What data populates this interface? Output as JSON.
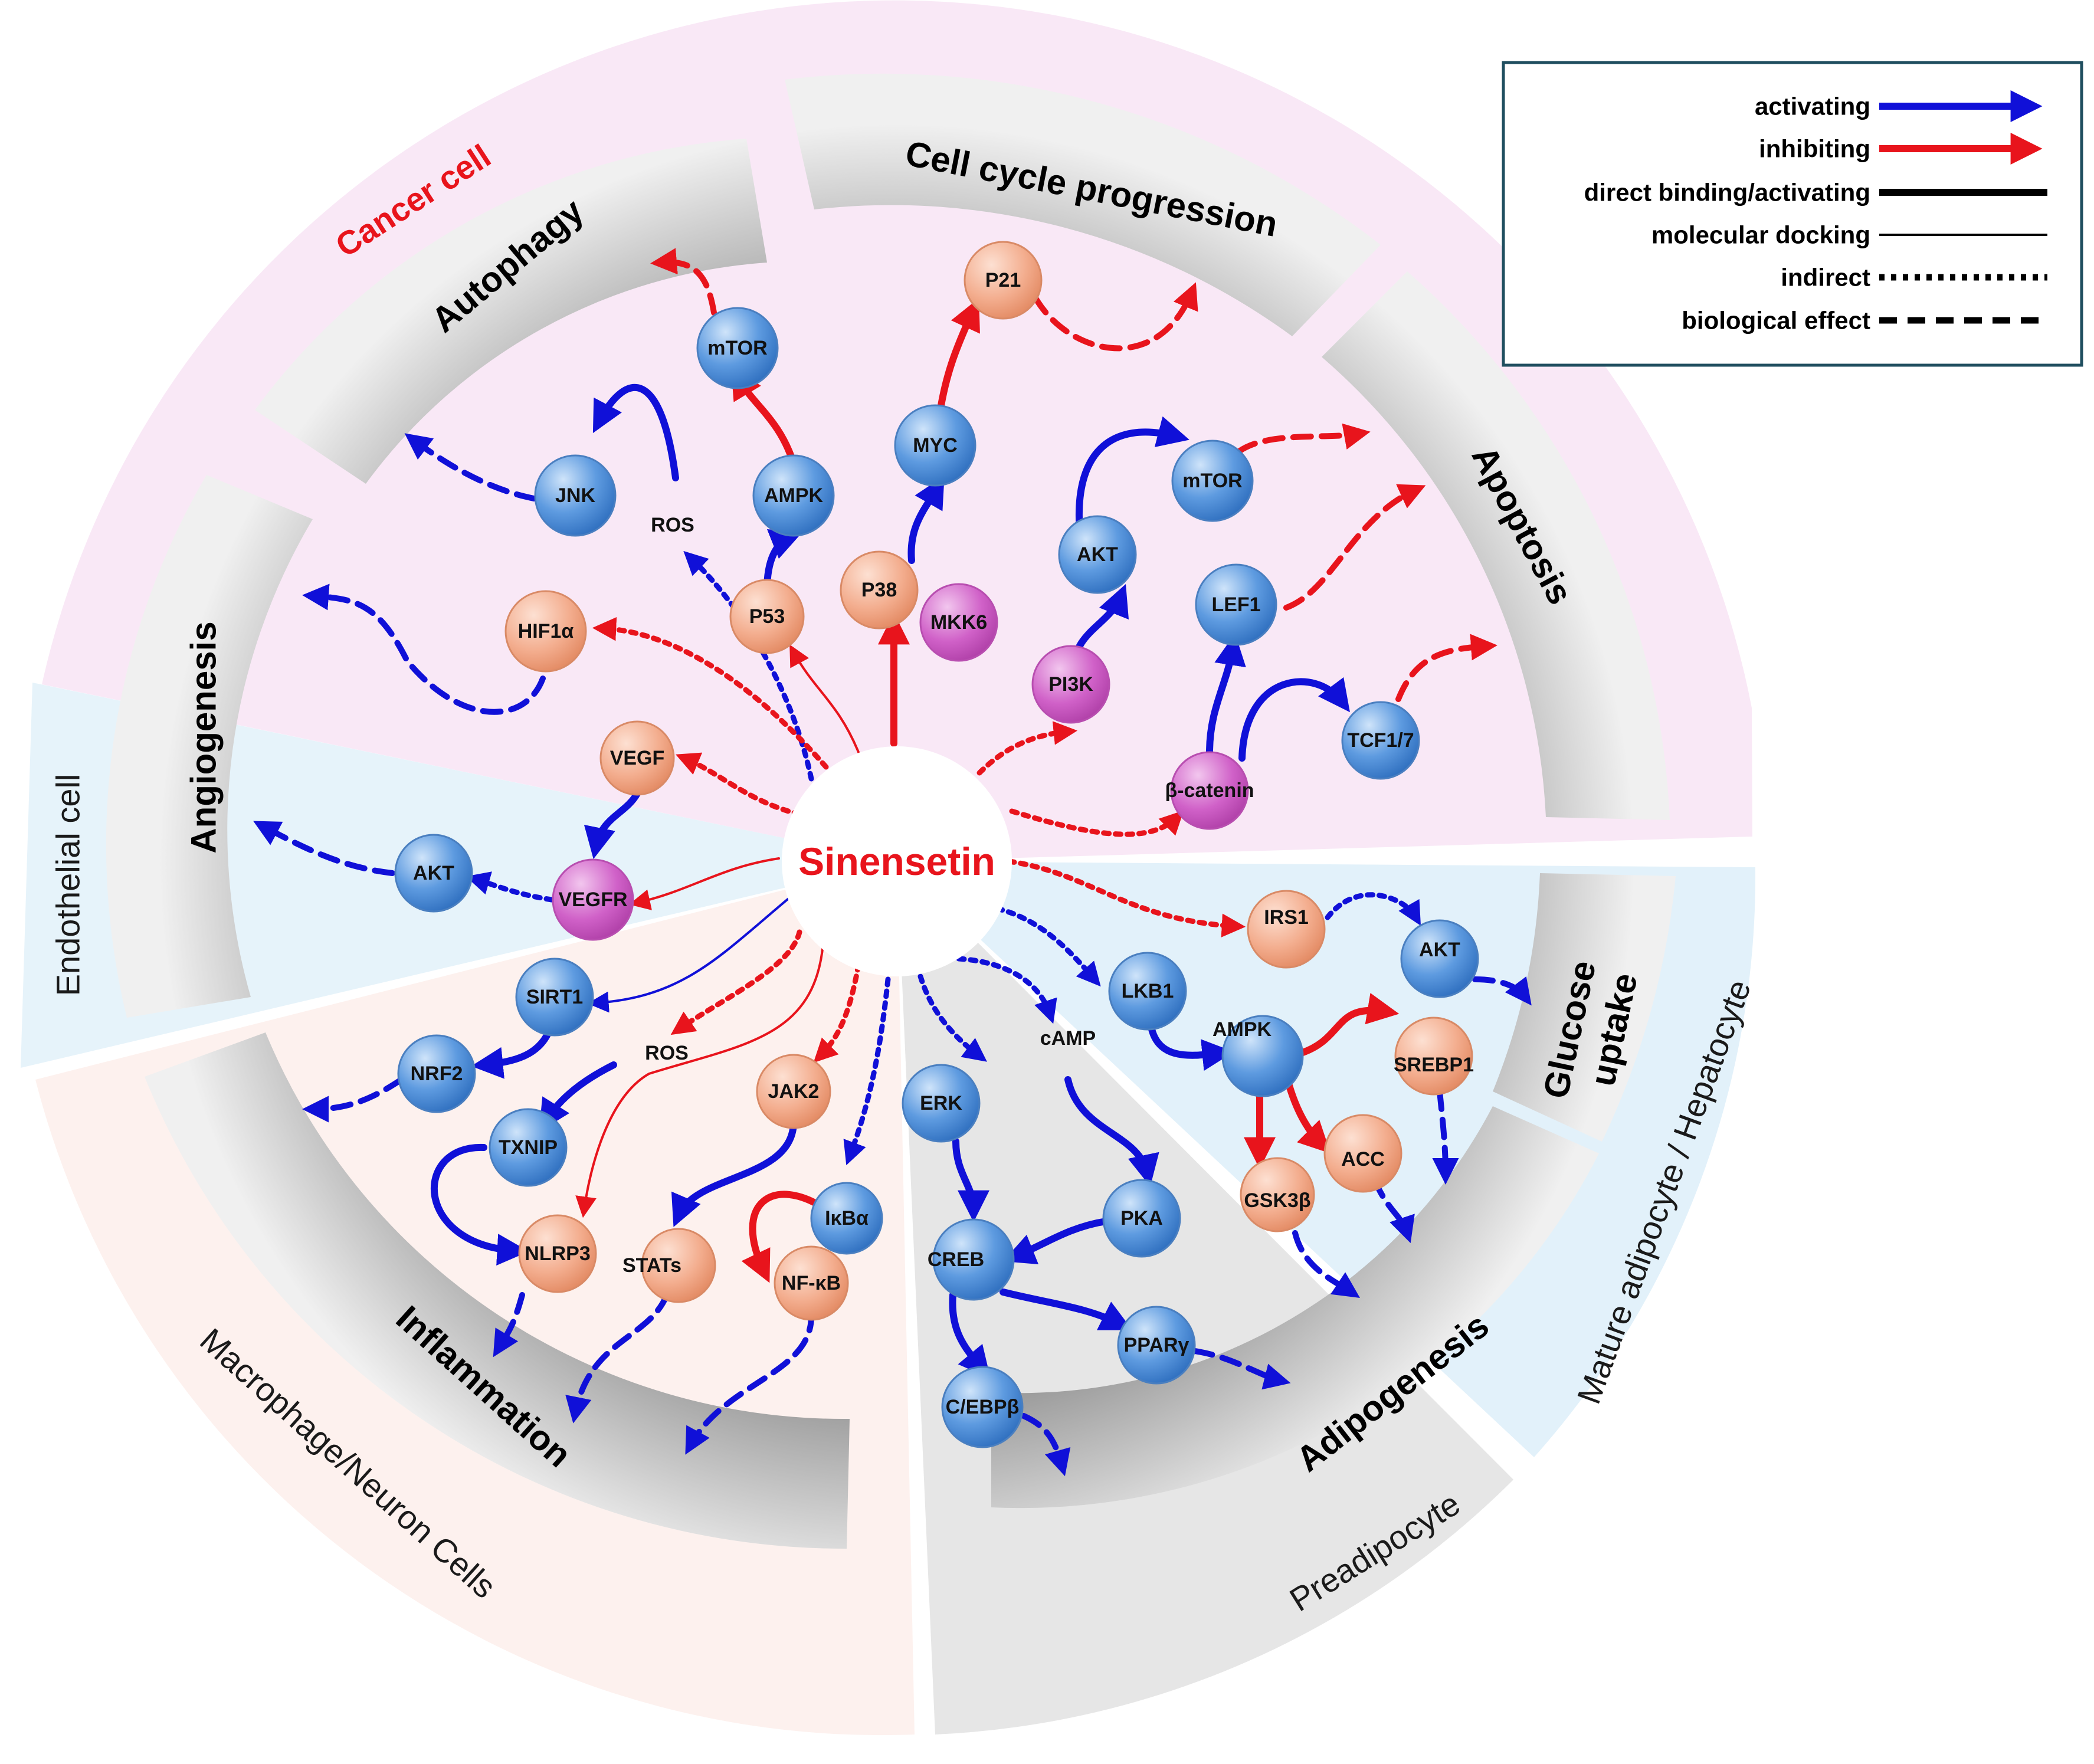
{
  "center": {
    "label": "Sinensetin",
    "color": "#e8141c"
  },
  "colors": {
    "activating": "#1010d8",
    "inhibiting": "#e8141c",
    "blue_node": "#4d8fd6",
    "orange_node": "#f2a887",
    "magenta_node": "#cc5bc4",
    "band": "#b8b8b8",
    "cancer_bg": "#f9e8f6",
    "endothelial_bg": "#e6f3fa",
    "macrophage_bg": "#fdf1ee",
    "preadipocyte_bg": "#e6e6e6",
    "mature_bg": "#e2f1fa"
  },
  "cell_types": {
    "cancer": "Cancer cell",
    "endothelial": "Endothelial cell",
    "macrophage": "Macrophage/Neuron Cells",
    "preadipocyte": "Preadipocyte",
    "mature": "Mature adipocyte / Hepatocyte"
  },
  "bands": {
    "autophagy": "Autophagy",
    "cell_cycle": "Cell cycle progression",
    "apoptosis": "Apoptosis",
    "angiogenesis": "Angiogenesis",
    "inflammation": "Inflammation",
    "adipogenesis": "Adipogenesis",
    "glucose_1": "Glucose",
    "glucose_2": "uptake"
  },
  "nodes": {
    "mtor_auto": "mTOR",
    "jnk": "JNK",
    "ros_auto": "ROS",
    "ampk_auto": "AMPK",
    "p53": "P53",
    "hif1a": "HIF1α",
    "p21": "P21",
    "myc": "MYC",
    "p38": "P38",
    "mkk6": "MKK6",
    "mtor_apo": "mTOR",
    "akt_apo": "AKT",
    "lef1": "LEF1",
    "pi3k": "PI3K",
    "tcf": "TCF1/7",
    "bcatenin": "β-catenin",
    "vegf": "VEGF",
    "vegfr": "VEGFR",
    "akt_endo": "AKT",
    "sirt1": "SIRT1",
    "nrf2": "NRF2",
    "ros_inf": "ROS",
    "txnip": "TXNIP",
    "nlrp3": "NLRP3",
    "jak2": "JAK2",
    "stats": "STATs",
    "ikba": "IκBα",
    "nfkb": "NF-κB",
    "erk": "ERK",
    "camp": "cAMP",
    "pka": "PKA",
    "creb": "CREB",
    "ppary": "PPARγ",
    "cebpb": "C/EBPβ",
    "irs1": "IRS1",
    "akt_glu": "AKT",
    "lkb1": "LKB1",
    "ampk_glu": "AMPK",
    "srebp1": "SREBP1",
    "acc": "ACC",
    "gsk3b": "GSK3β"
  },
  "legend": {
    "activating": "activating",
    "inhibiting": "inhibiting",
    "direct": "direct binding/activating",
    "docking": "molecular docking",
    "indirect": "indirect",
    "effect": "biological effect"
  }
}
